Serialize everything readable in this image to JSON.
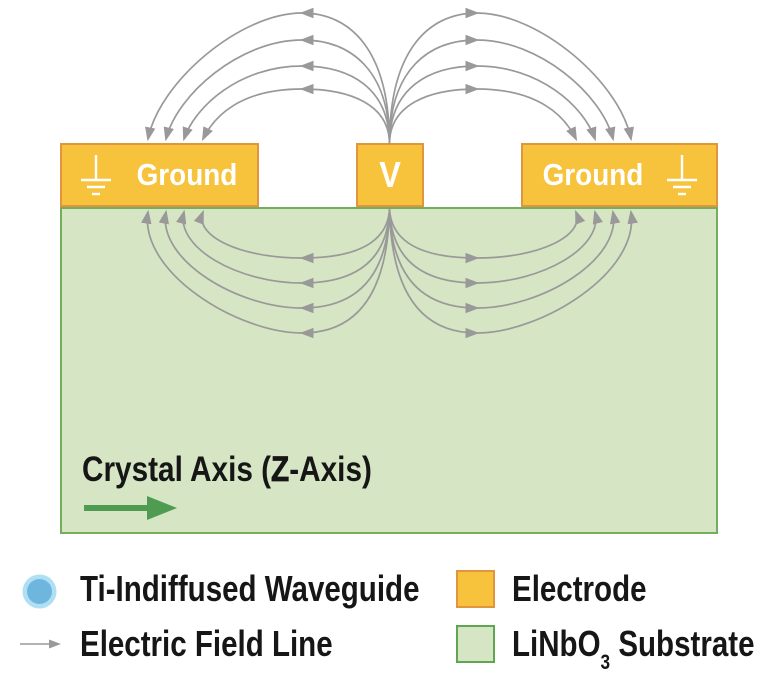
{
  "diagram": {
    "ground_left_label": "Ground",
    "voltage_label": "V",
    "ground_right_label": "Ground",
    "crystal_axis": {
      "prefix": "Crystal Axis (",
      "bold": "Z",
      "suffix": "-Axis)"
    },
    "field_lines": {
      "arcs_per_side_above": 4,
      "arcs_per_side_below": 4
    }
  },
  "legend": {
    "waveguide_label": "Ti-Indiffused Waveguide",
    "field_line_label": "Electric Field Line",
    "electrode_label": "Electrode",
    "substrate_label_prefix": "LiNbO",
    "substrate_label_sub": "3",
    "substrate_label_suffix": " Substrate"
  },
  "colors": {
    "electrode": "#f7c33c",
    "electrode_border": "#e0953e",
    "substrate": "#d6e5c4",
    "substrate_border": "#74ad5c",
    "legend_green_border": "#5fa653",
    "field_line": "#999999",
    "waveguide_inner": "#7ab5cb",
    "waveguide_ring": "#93d2e4",
    "legend_waveguide_inner": "#6fb6de",
    "legend_waveguide_ring": "#aedff2",
    "axis_arrow": "#4f9b52",
    "text": "#161616",
    "ground_symbol": "#ffffff"
  }
}
